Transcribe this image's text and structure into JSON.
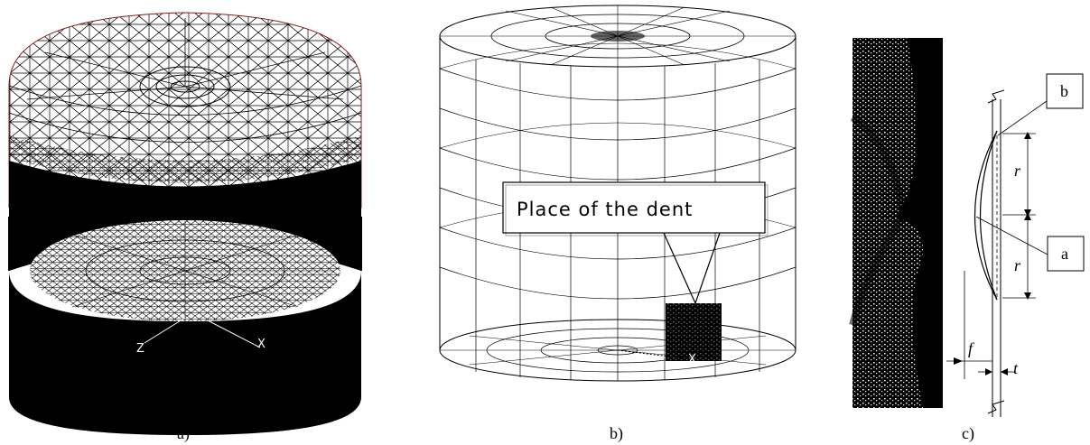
{
  "panels": [
    {
      "id": "a",
      "caption": "a)",
      "axes": {
        "z": "Z",
        "x": "X"
      }
    },
    {
      "id": "b",
      "caption": "b)",
      "callout": "Place of the dent",
      "axis_x": "X"
    },
    {
      "id": "c",
      "caption": "c)",
      "label_b": "b",
      "label_a": "a",
      "dim_r1": "r",
      "dim_r2": "r",
      "dim_f": "f",
      "dim_t": "t"
    }
  ],
  "colors": {
    "mesh": "#000000",
    "mesh_accent": "#8b1a1a",
    "background": "#ffffff"
  }
}
